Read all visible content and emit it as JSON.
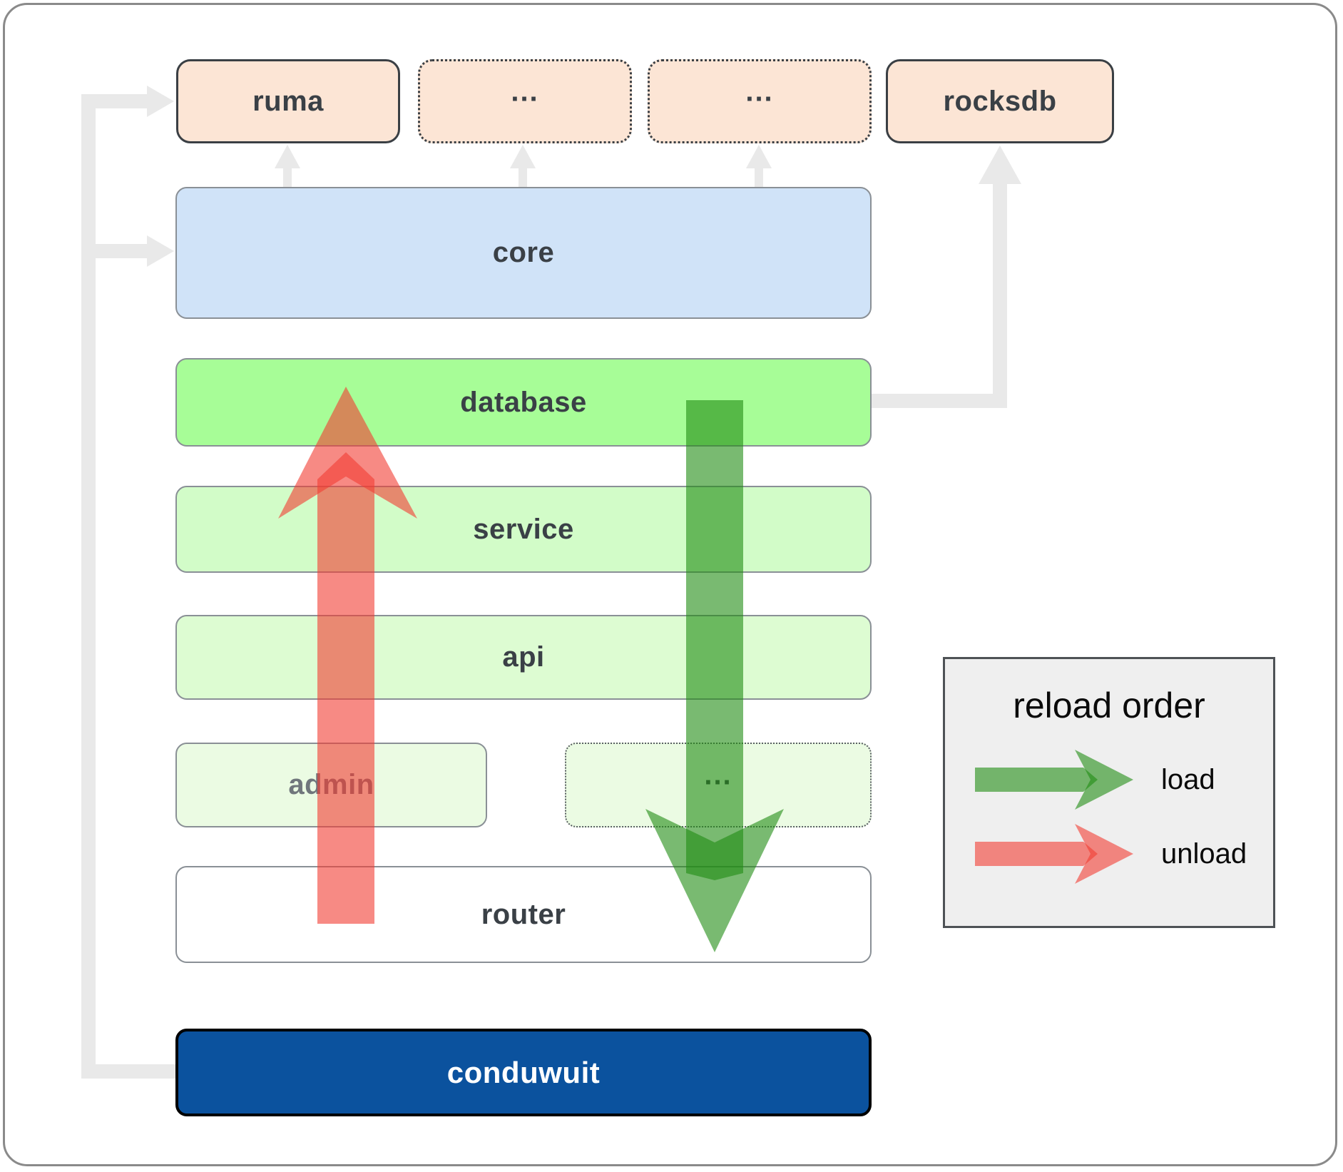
{
  "diagram": {
    "nodes": {
      "ruma": "ruma",
      "dep_a": "...",
      "dep_b": "...",
      "rocksdb": "rocksdb",
      "core": "core",
      "database": "database",
      "service": "service",
      "api": "api",
      "admin": "admin",
      "more_services": "...",
      "router": "router",
      "conduwuit": "conduwuit"
    },
    "legend": {
      "title": "reload order",
      "items": [
        {
          "label": "load",
          "color": "#1f8c12"
        },
        {
          "label": "unload",
          "color": "#f23c32"
        }
      ]
    },
    "colors": {
      "dependency_fill": "#fce5d5",
      "core_fill": "#d0e3f8",
      "database_fill": "#a7fd97",
      "service_fill": "#d2fcc8",
      "api_fill": "#ddfcd2",
      "admin_fill": "#ebfbe3",
      "router_fill": "#ffffff",
      "conduwuit_fill": "#0b529e",
      "connector_gray": "#e9e9e9",
      "load_arrow": "#1f8c12",
      "unload_arrow": "#f23c32"
    }
  }
}
